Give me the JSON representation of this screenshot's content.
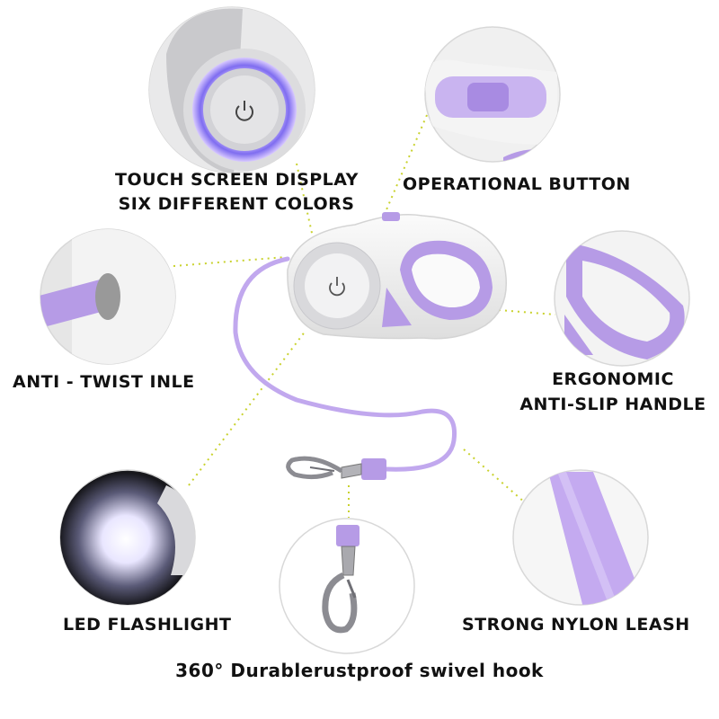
{
  "features": {
    "touch_screen": {
      "line1": "TOUCH SCREEN DISPLAY",
      "line2": "SIX DIFFERENT COLORS",
      "icon": "power-icon"
    },
    "operational_button": {
      "label": "OPERATIONAL BUTTON"
    },
    "anti_twist": {
      "label": "ANTI - TWIST INLE"
    },
    "ergonomic": {
      "line1": "ERGONOMIC",
      "line2": "ANTI-SLIP HANDLE"
    },
    "led": {
      "label": "LED FLASHLIGHT"
    },
    "nylon": {
      "label": "STRONG NYLON  LEASH"
    },
    "hook": {
      "caption": "360° Durablerustproof swivel hook"
    }
  },
  "colors": {
    "accent": "#b69be6",
    "accent_dark": "#9a7cd6",
    "body": "#f2f2f2",
    "dotted": "#c9d22e",
    "circle_border": "#d8d8d8"
  }
}
